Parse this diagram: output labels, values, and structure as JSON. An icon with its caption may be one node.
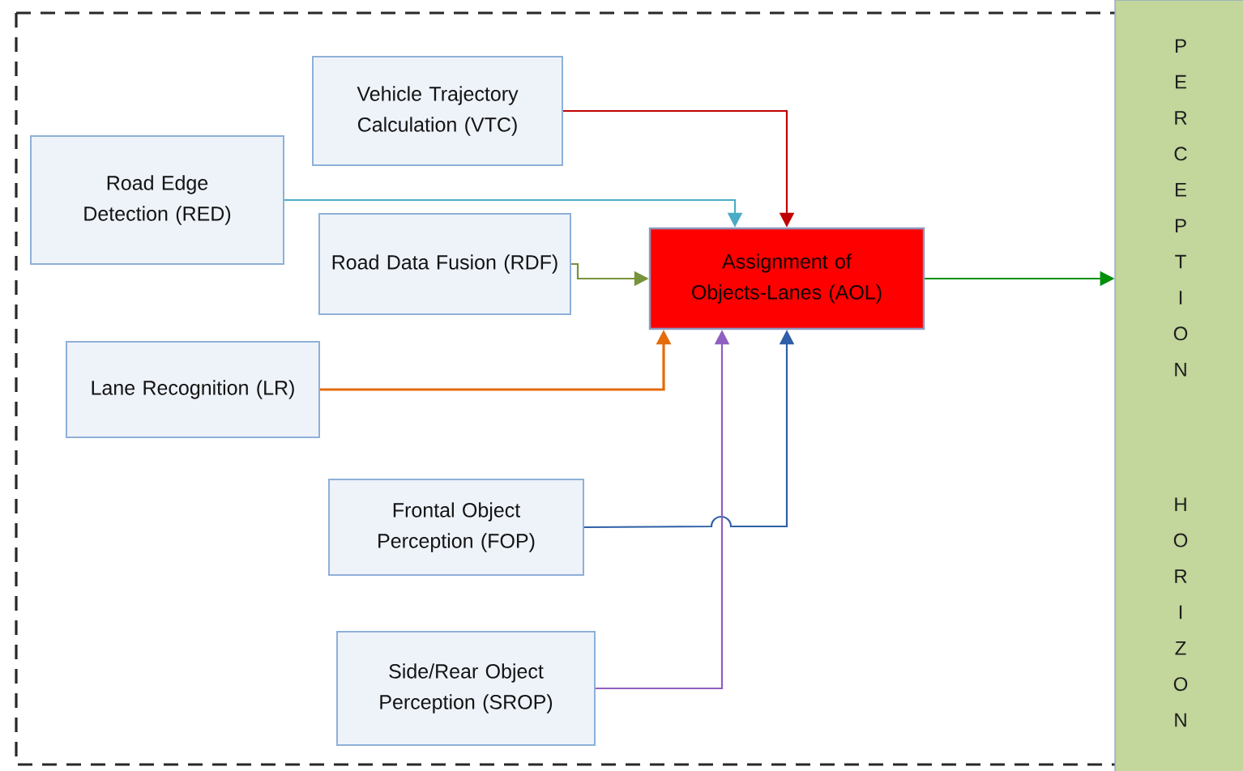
{
  "diagram": {
    "nodes": [
      {
        "text": [
          "Vehicle Trajectory Calculation (VTC)"
        ]
      },
      {
        "text": [
          "Road Edge Detection (RED)"
        ]
      },
      {
        "text": [
          "Road Data Fusion (RDF)"
        ]
      },
      {
        "text": [
          "Lane Recognition (LR)"
        ]
      },
      {
        "text": [
          "Assignment of Objects-Lanes (AOL)"
        ]
      },
      {
        "text": [
          "Frontal Object Perception (FOP)"
        ]
      },
      {
        "text": [
          "Side/Rear Object Perception (SROP)"
        ]
      },
      {
        "text": [
          "PERCEPTION",
          "HORIZON"
        ]
      }
    ],
    "edges": [
      {
        "from": 0,
        "to": 4,
        "arrow": "to",
        "color": "#c00000"
      },
      {
        "from": 1,
        "to": 4,
        "arrow": "to",
        "color": "#4bacc6"
      },
      {
        "from": 2,
        "to": 4,
        "arrow": "to",
        "color": "#77933c"
      },
      {
        "from": 3,
        "to": 4,
        "arrow": "to",
        "color": "#e46c0a"
      },
      {
        "from": 5,
        "to": 4,
        "arrow": "to",
        "color": "#2e5fa8"
      },
      {
        "from": 6,
        "to": 4,
        "arrow": "to",
        "color": "#8e5fc0"
      },
      {
        "from": 4,
        "to": 7,
        "arrow": "to",
        "color": "#00900a"
      }
    ]
  }
}
